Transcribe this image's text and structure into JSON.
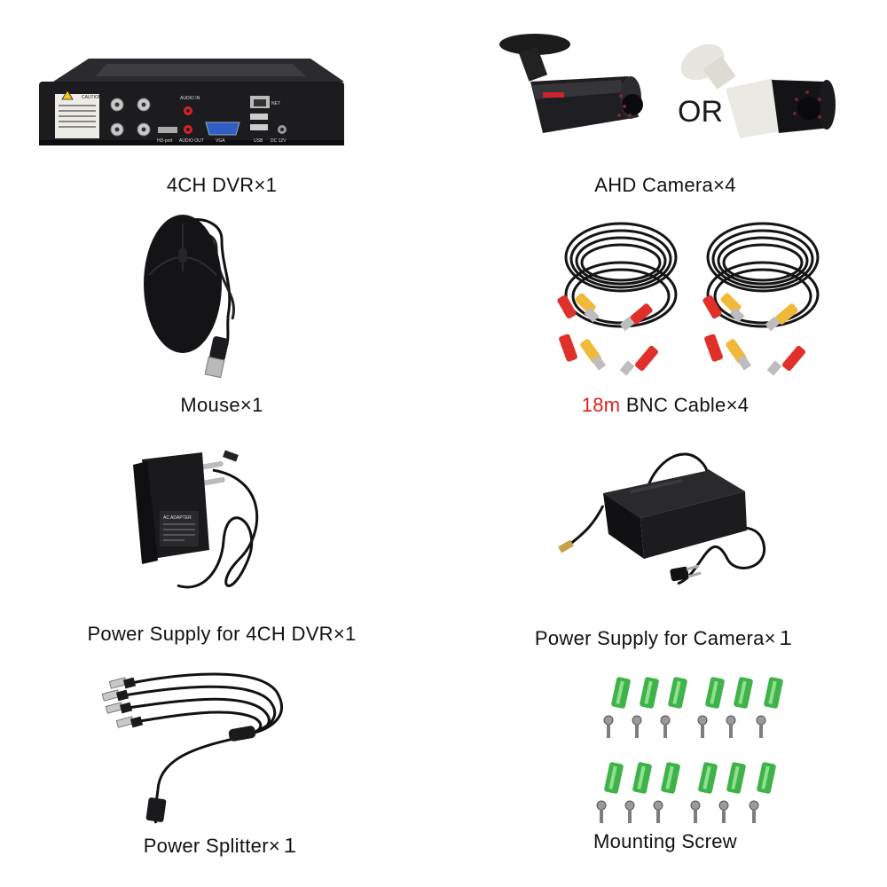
{
  "accent_color": "#e0201b",
  "items": [
    {
      "id": "dvr",
      "label": "4CH DVR×1",
      "icon": "dvr-recorder"
    },
    {
      "id": "cameras",
      "label": "AHD Camera×4",
      "icon": "bullet-camera",
      "separator": "OR"
    },
    {
      "id": "mouse",
      "label": "Mouse×1",
      "icon": "usb-mouse"
    },
    {
      "id": "cable",
      "label_highlight": "18m",
      "label": " BNC Cable×4",
      "icon": "bnc-cable"
    },
    {
      "id": "dvr-power",
      "label": "Power Supply for 4CH DVR×1",
      "icon": "wall-adapter"
    },
    {
      "id": "camera-power",
      "label": "Power Supply for Camera×１",
      "icon": "power-brick"
    },
    {
      "id": "splitter",
      "label": "Power Splitter×１",
      "icon": "power-splitter"
    },
    {
      "id": "screws",
      "label": "Mounting Screw",
      "icon": "screw-anchor"
    }
  ],
  "dvr_panel": {
    "caution": "CAUTION",
    "audio_in": "AUDIO IN",
    "net": "NET",
    "hd_port": "HD-port",
    "audio_out": "AUDIO OUT",
    "vga": "VGA",
    "usb": "USB",
    "dc": "DC 12V"
  },
  "adapter_label": "AC ADAPTER"
}
